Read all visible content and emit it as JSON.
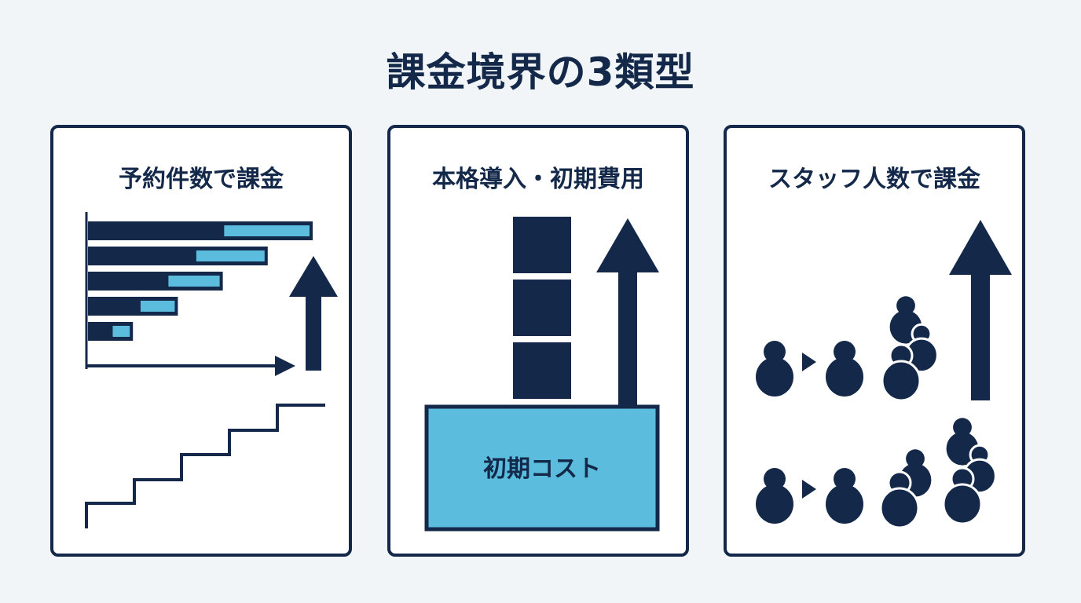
{
  "title": "課金境界の3類型",
  "colors": {
    "navy": "#14294a",
    "accent": "#5bbcdd",
    "background": "#f1f5f8"
  },
  "panels": [
    {
      "title": "予約件数で課金",
      "bar_chart": {
        "type": "bar",
        "orientation": "horizontal",
        "values": [
          1.0,
          0.8,
          0.6,
          0.4,
          0.2
        ]
      }
    },
    {
      "title": "本格導入・初期費用",
      "cost_label": "初期コスト"
    },
    {
      "title": "スタッフ人数で課金"
    }
  ]
}
